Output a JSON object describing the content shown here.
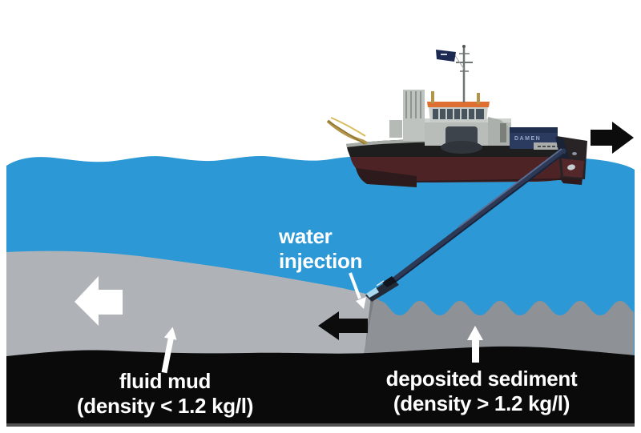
{
  "figure": {
    "kind": "water injection dredging cross-section diagram",
    "labels": {
      "water_injection_line1": "water",
      "water_injection_line2": "injection",
      "fluid_mud_line1": "fluid mud",
      "fluid_mud_line2": "(density < 1.2 kg/l)",
      "deposited_sediment_line1": "deposited sediment",
      "deposited_sediment_line2": "(density > 1.2 kg/l)"
    },
    "vessel": {
      "hull_brand": "DAMEN"
    },
    "colors": {
      "water": "#2C98D5",
      "fluid_mud": "#AFB3B7",
      "deposited_sediment": "#8E9296",
      "cut_face": "#7A7E83",
      "seabed": "#0A0A0A",
      "bottom_edge": "#515151",
      "hull_maroon": "#4E2326",
      "bulwark_black": "#1E1E1E",
      "superstructure_gray": "#BFC3BF",
      "wheelhouse_trim_orange": "#DE6F30",
      "engine_box_navy": "#2B3B60",
      "flag_navy": "#1C2A52",
      "crane_yellow": "#B2954A",
      "jet_arm": "#2E3A55",
      "arrow_white": "#FFFFFF",
      "arrow_black": "#0C0C0C",
      "label_text": "#FFFFFF"
    }
  }
}
